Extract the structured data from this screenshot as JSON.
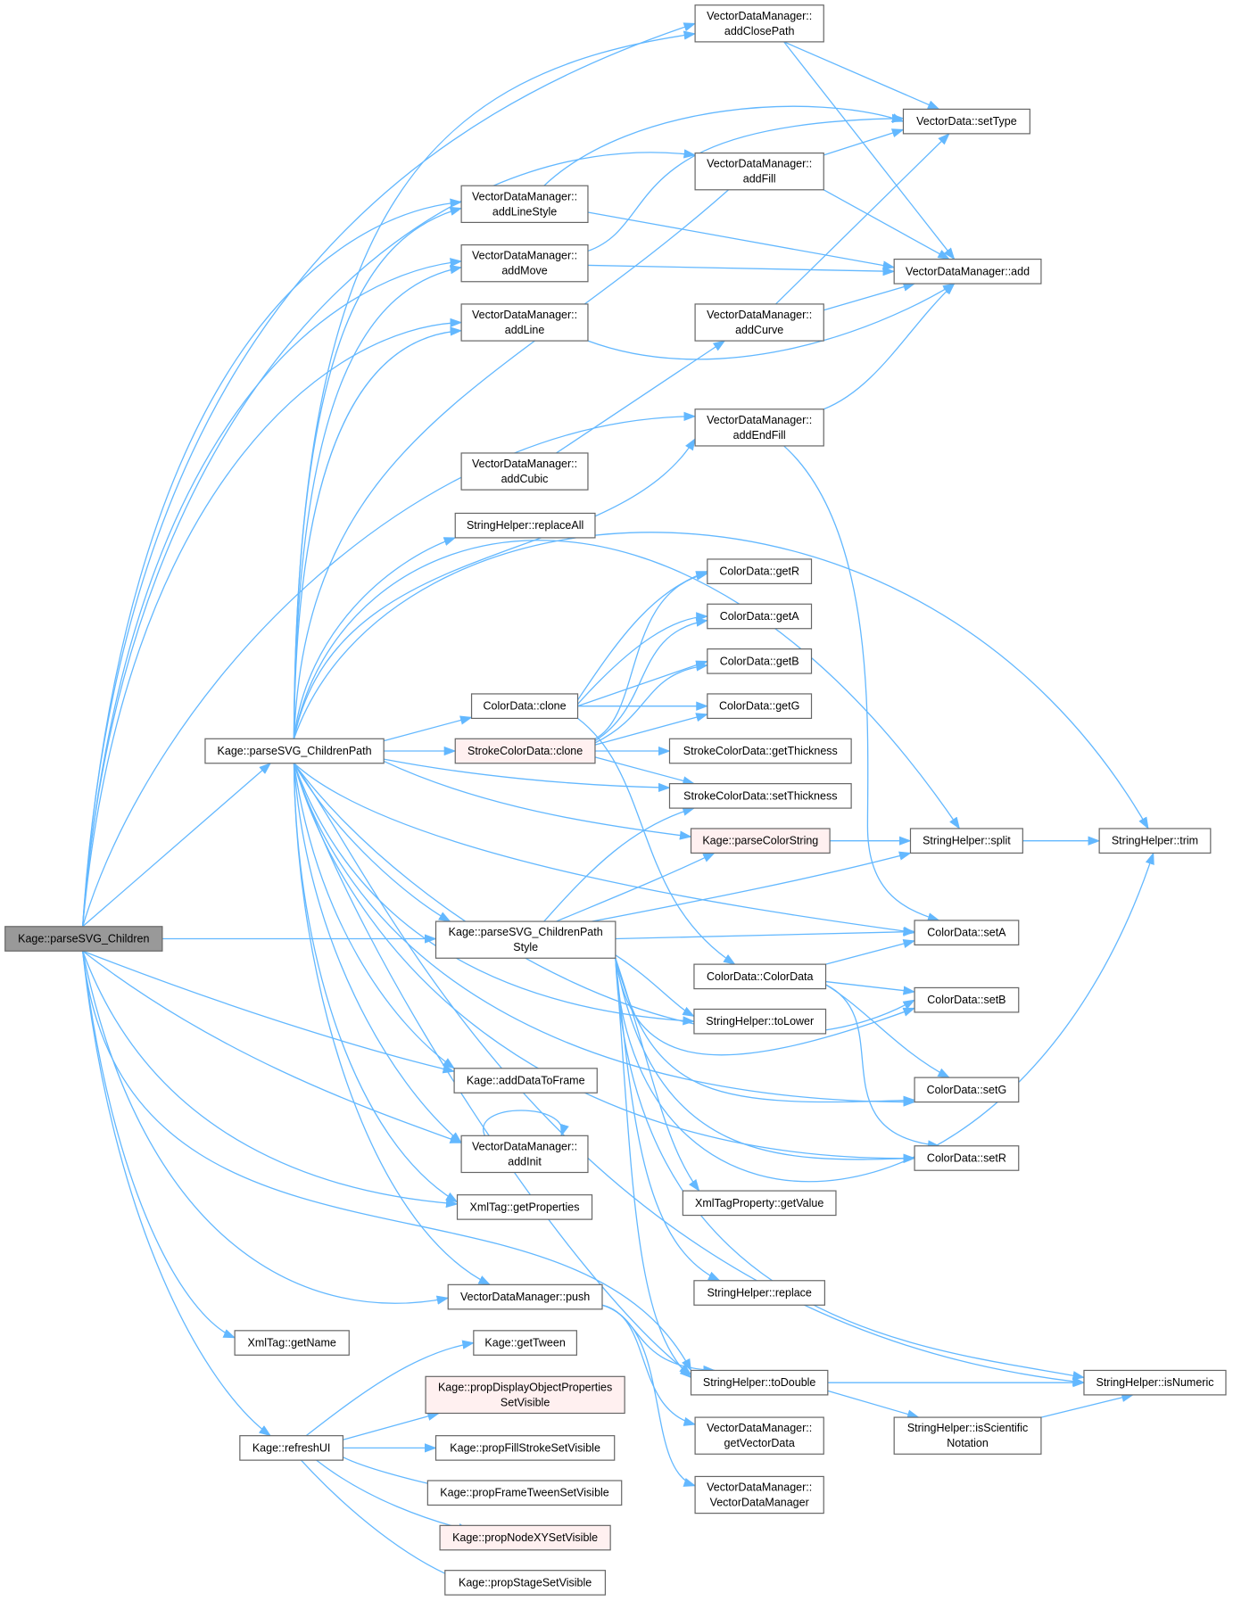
{
  "colors": {
    "edge": "#63b8ff",
    "node_fill": "#ffffff",
    "node_border": "#666666",
    "root_fill": "#999999",
    "root_border": "#666666",
    "highlight_fill": "#fff0f0",
    "highlight_border": "#ff0000"
  },
  "nodes": [
    {
      "id": "root",
      "lines": [
        "Kage::parseSVG_Children"
      ],
      "style": "root"
    },
    {
      "id": "parsePath",
      "lines": [
        "Kage::parseSVG_ChildrenPath"
      ]
    },
    {
      "id": "parsePathStyle",
      "lines": [
        "Kage::parseSVG_ChildrenPath",
        "Style"
      ]
    },
    {
      "id": "addClosePath",
      "lines": [
        "VectorDataManager::",
        "addClosePath"
      ]
    },
    {
      "id": "setType",
      "lines": [
        "VectorData::setType"
      ]
    },
    {
      "id": "addFill",
      "lines": [
        "VectorDataManager::",
        "addFill"
      ]
    },
    {
      "id": "addLineStyle",
      "lines": [
        "VectorDataManager::",
        "addLineStyle"
      ]
    },
    {
      "id": "addMove",
      "lines": [
        "VectorDataManager::",
        "addMove"
      ]
    },
    {
      "id": "vdmAdd",
      "lines": [
        "VectorDataManager::add"
      ]
    },
    {
      "id": "addLine",
      "lines": [
        "VectorDataManager::",
        "addLine"
      ]
    },
    {
      "id": "addCurve",
      "lines": [
        "VectorDataManager::",
        "addCurve"
      ]
    },
    {
      "id": "addEndFill",
      "lines": [
        "VectorDataManager::",
        "addEndFill"
      ]
    },
    {
      "id": "addCubic",
      "lines": [
        "VectorDataManager::",
        "addCubic"
      ]
    },
    {
      "id": "replaceAll",
      "lines": [
        "StringHelper::replaceAll"
      ]
    },
    {
      "id": "getR",
      "lines": [
        "ColorData::getR"
      ]
    },
    {
      "id": "getA",
      "lines": [
        "ColorData::getA"
      ]
    },
    {
      "id": "getB",
      "lines": [
        "ColorData::getB"
      ]
    },
    {
      "id": "getG",
      "lines": [
        "ColorData::getG"
      ]
    },
    {
      "id": "cdClone",
      "lines": [
        "ColorData::clone"
      ]
    },
    {
      "id": "scdClone",
      "lines": [
        "StrokeColorData::clone"
      ],
      "style": "highlight"
    },
    {
      "id": "getThickness",
      "lines": [
        "StrokeColorData::getThickness"
      ]
    },
    {
      "id": "setThickness",
      "lines": [
        "StrokeColorData::setThickness"
      ]
    },
    {
      "id": "parseColorString",
      "lines": [
        "Kage::parseColorString"
      ],
      "style": "highlight"
    },
    {
      "id": "split",
      "lines": [
        "StringHelper::split"
      ]
    },
    {
      "id": "trim",
      "lines": [
        "StringHelper::trim"
      ]
    },
    {
      "id": "setA",
      "lines": [
        "ColorData::setA"
      ]
    },
    {
      "id": "colorDataCtor",
      "lines": [
        "ColorData::ColorData"
      ]
    },
    {
      "id": "setB",
      "lines": [
        "ColorData::setB"
      ]
    },
    {
      "id": "toLower",
      "lines": [
        "StringHelper::toLower"
      ]
    },
    {
      "id": "addDataToFrame",
      "lines": [
        "Kage::addDataToFrame"
      ]
    },
    {
      "id": "setG",
      "lines": [
        "ColorData::setG"
      ]
    },
    {
      "id": "addInit",
      "lines": [
        "VectorDataManager::",
        "addInit"
      ]
    },
    {
      "id": "setR",
      "lines": [
        "ColorData::setR"
      ]
    },
    {
      "id": "getProperties",
      "lines": [
        "XmlTag::getProperties"
      ]
    },
    {
      "id": "getValue",
      "lines": [
        "XmlTagProperty::getValue"
      ]
    },
    {
      "id": "replace",
      "lines": [
        "StringHelper::replace"
      ]
    },
    {
      "id": "push",
      "lines": [
        "VectorDataManager::push"
      ]
    },
    {
      "id": "getName",
      "lines": [
        "XmlTag::getName"
      ]
    },
    {
      "id": "getTween",
      "lines": [
        "Kage::getTween"
      ]
    },
    {
      "id": "toDouble",
      "lines": [
        "StringHelper::toDouble"
      ]
    },
    {
      "id": "isNumeric",
      "lines": [
        "StringHelper::isNumeric"
      ]
    },
    {
      "id": "propDisplay",
      "lines": [
        "Kage::propDisplayObjectProperties",
        "SetVisible"
      ],
      "style": "highlight"
    },
    {
      "id": "refreshUI",
      "lines": [
        "Kage::refreshUI"
      ]
    },
    {
      "id": "propFillStroke",
      "lines": [
        "Kage::propFillStrokeSetVisible"
      ]
    },
    {
      "id": "getVectorData",
      "lines": [
        "VectorDataManager::",
        "getVectorData"
      ]
    },
    {
      "id": "isScientific",
      "lines": [
        "StringHelper::isScientific",
        "Notation"
      ]
    },
    {
      "id": "propFrameTween",
      "lines": [
        "Kage::propFrameTweenSetVisible"
      ]
    },
    {
      "id": "vdmCtor",
      "lines": [
        "VectorDataManager::",
        "VectorDataManager"
      ]
    },
    {
      "id": "propNodeXY",
      "lines": [
        "Kage::propNodeXYSetVisible"
      ],
      "style": "highlight"
    },
    {
      "id": "propStage",
      "lines": [
        "Kage::propStageSetVisible"
      ]
    }
  ]
}
